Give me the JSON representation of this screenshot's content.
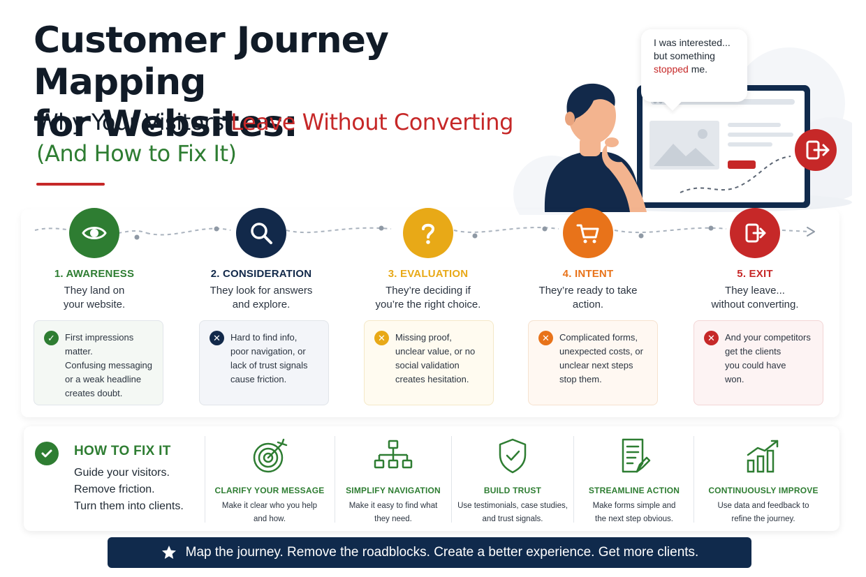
{
  "header": {
    "title_line1": "Customer Journey Mapping",
    "title_line2": "for Websites:",
    "subtitle_part1": "Why Your Visitors ",
    "subtitle_part2": "Leave Without Converting",
    "subtitle_line2": "(And How to Fix It)"
  },
  "hero": {
    "bubble_line1": "I was interested...",
    "bubble_line2": "but something",
    "bubble_highlight": "stopped",
    "bubble_tail": " me."
  },
  "stages": [
    {
      "title": "1. AWARENESS",
      "desc_line1": "They land on",
      "desc_line2": "your website.",
      "color": "#2e7d32",
      "icon": "eye-icon",
      "card_lines": [
        "First impressions",
        "matter.",
        "Confusing messaging",
        "or a weak headline",
        "creates doubt."
      ],
      "card_icon": "check-circle-icon"
    },
    {
      "title": "2. CONSIDERATION",
      "desc_line1": "They look for answers",
      "desc_line2": "and explore.",
      "color": "#12294a",
      "icon": "magnifier-icon",
      "card_lines": [
        "Hard to find info,",
        "poor navigation, or",
        "lack of trust signals",
        "cause friction."
      ],
      "card_icon": "x-circle-icon"
    },
    {
      "title": "3. EVALUATION",
      "desc_line1": "They’re deciding if",
      "desc_line2": "you’re the right choice.",
      "color": "#e8a917",
      "icon": "question-icon",
      "card_lines": [
        "Missing proof,",
        "unclear value, or no",
        "social validation",
        "creates hesitation."
      ],
      "card_icon": "x-circle-icon"
    },
    {
      "title": "4. INTENT",
      "desc_line1": "They’re ready to take",
      "desc_line2": "action.",
      "color": "#e8731a",
      "icon": "cart-icon",
      "card_lines": [
        "Complicated forms,",
        "unexpected costs, or",
        "unclear next steps",
        "stop them."
      ],
      "card_icon": "x-circle-icon"
    },
    {
      "title": "5. EXIT",
      "desc_line1": "They leave...",
      "desc_line2": "without converting.",
      "color": "#c62828",
      "icon": "exit-icon",
      "card_lines": [
        "And your competitors",
        "get the clients",
        "you could have",
        "won."
      ],
      "card_icon": "x-circle-icon"
    }
  ],
  "fix": {
    "title": "HOW TO FIX IT",
    "lines": [
      "Guide your visitors.",
      "Remove friction.",
      "Turn them into clients."
    ],
    "items": [
      {
        "title": "CLARIFY YOUR MESSAGE",
        "desc_line1": "Make it clear who you help",
        "desc_line2": "and how.",
        "icon": "target-icon"
      },
      {
        "title": "SIMPLIFY NAVIGATION",
        "desc_line1": "Make it easy to find what",
        "desc_line2": "they need.",
        "icon": "sitemap-icon"
      },
      {
        "title": "BUILD TRUST",
        "desc_line1": "Use testimonials, case studies,",
        "desc_line2": "and trust signals.",
        "icon": "shield-check-icon"
      },
      {
        "title": "STREAMLINE ACTION",
        "desc_line1": "Make forms simple and",
        "desc_line2": "the next step obvious.",
        "icon": "form-icon"
      },
      {
        "title": "CONTINUOUSLY IMPROVE",
        "desc_line1": "Use data and feedback to",
        "desc_line2": "refine the journey.",
        "icon": "growth-chart-icon"
      }
    ]
  },
  "banner": {
    "text": "Map the journey. Remove the roadblocks. Create a better experience. Get more clients."
  },
  "colors": {
    "navy": "#102a4c",
    "green": "#2e7d32",
    "red": "#c62828",
    "yellow": "#e8a917",
    "orange": "#e8731a"
  }
}
